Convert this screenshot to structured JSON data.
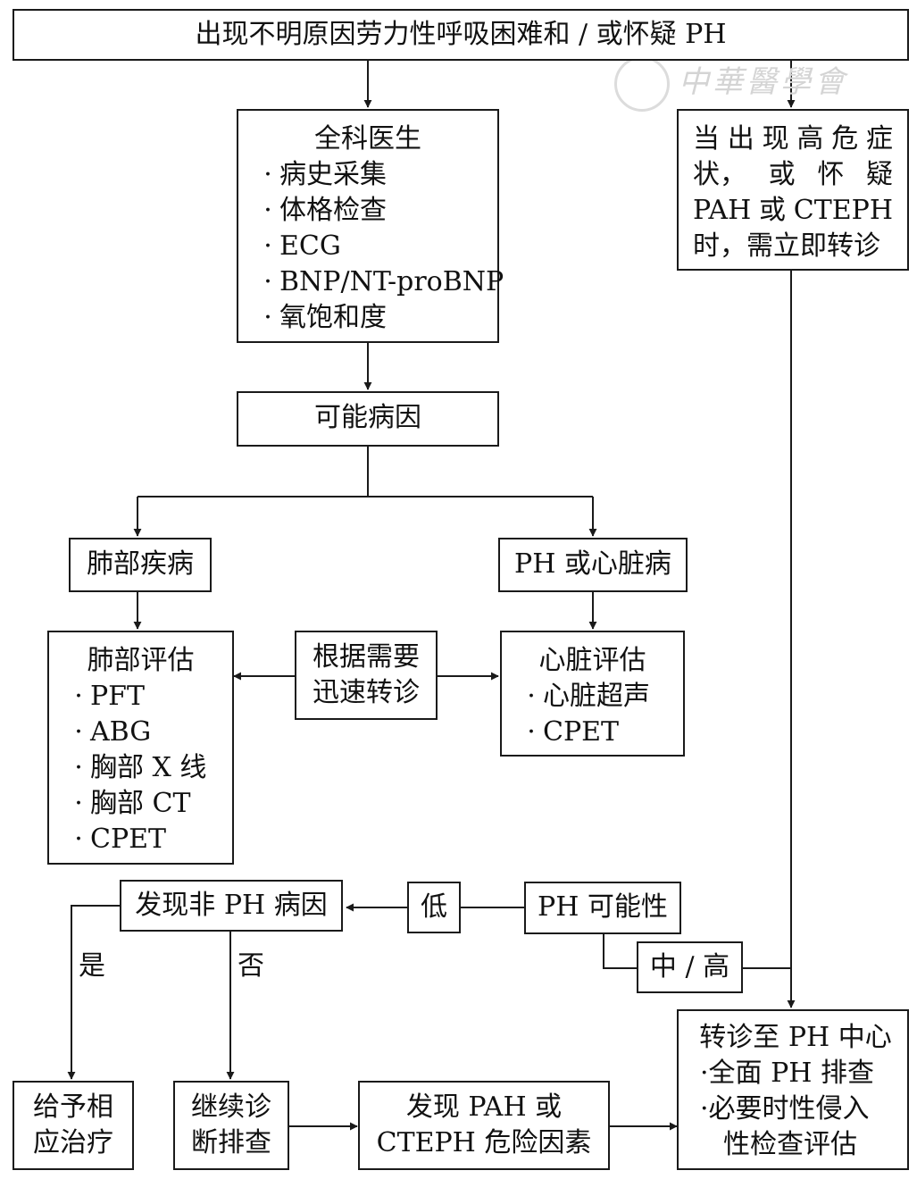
{
  "top": {
    "text": "出现不明原因劳力性呼吸困难和 / 或怀疑 PH"
  },
  "watermark": {
    "text": "中華醫學會"
  },
  "gp": {
    "title": "全科医生",
    "items": [
      "病史采集",
      "体格检查",
      "ECG",
      "BNP/NT-proBNP",
      "氧饱和度"
    ]
  },
  "urgent": {
    "lines": [
      [
        "当",
        "出",
        "现",
        "高",
        "危",
        "症"
      ],
      [
        "状，",
        "或",
        "怀",
        "疑"
      ],
      [
        "PAH",
        "或",
        "CTEPH"
      ],
      [
        "时，需立即转诊"
      ]
    ]
  },
  "causes": {
    "text": "可能病因"
  },
  "lung": {
    "text": "肺部疾病"
  },
  "heart": {
    "text": "PH 或心脏病"
  },
  "lung_eval": {
    "title": "肺部评估",
    "items": [
      "PFT",
      "ABG",
      "胸部 X 线",
      "胸部 CT",
      "CPET"
    ]
  },
  "quick": {
    "lines": [
      "根据需要",
      "迅速转诊"
    ]
  },
  "heart_eval": {
    "title": "心脏评估",
    "items": [
      "心脏超声",
      "CPET"
    ]
  },
  "nonph": {
    "text": "发现非 PH 病因"
  },
  "low": {
    "text": "低"
  },
  "ph_prob": {
    "text": "PH 可能性"
  },
  "midhigh": {
    "text": "中 / 高"
  },
  "yes": {
    "text": "是"
  },
  "no": {
    "text": "否"
  },
  "treat": {
    "lines": [
      "给予相",
      "应治疗"
    ]
  },
  "continue": {
    "lines": [
      "继续诊",
      "断排查"
    ]
  },
  "risk": {
    "lines": [
      "发现 PAH 或",
      "CTEPH 危险因素"
    ]
  },
  "center": {
    "title": "转诊至 PH 中心",
    "lines": [
      "·全面 PH 排查",
      "·必要时性侵入",
      "性检查评估"
    ]
  },
  "colors": {
    "line": "#1a1a1a",
    "watermark": "#d4d4d4"
  }
}
